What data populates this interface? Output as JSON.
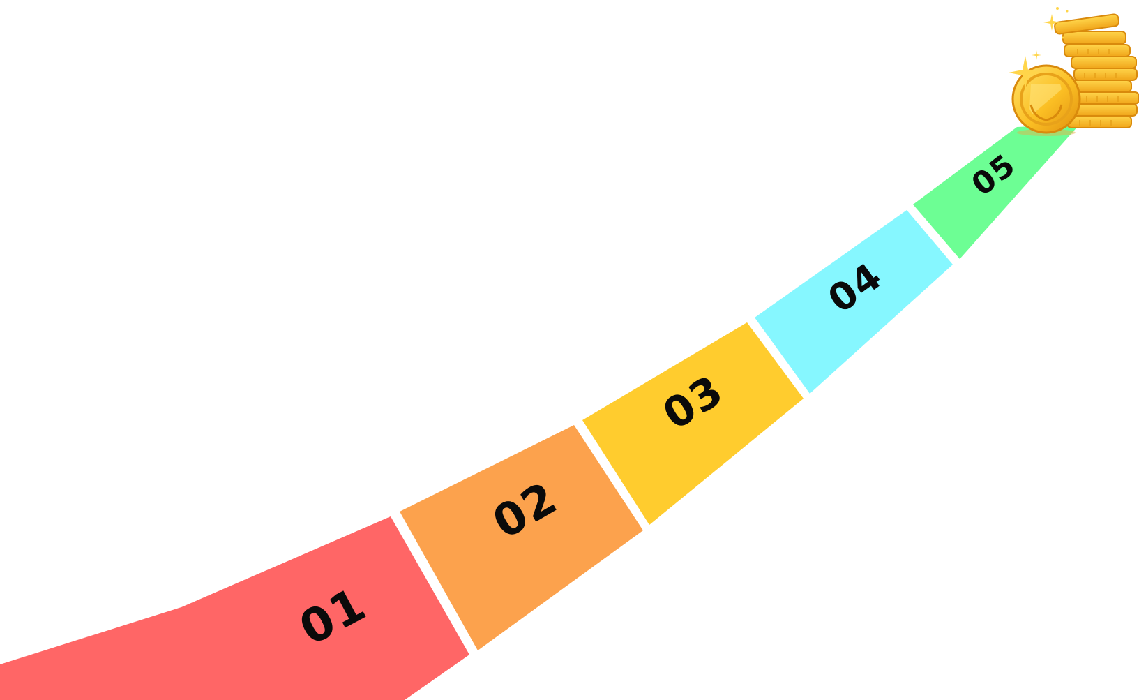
{
  "steps": [
    {
      "label": "01",
      "color": "#ff6666"
    },
    {
      "label": "02",
      "color": "#fca24d"
    },
    {
      "label": "03",
      "color": "#ffcc2e"
    },
    {
      "label": "04",
      "color": "#86f7ff"
    },
    {
      "label": "05",
      "color": "#6dfe94"
    }
  ],
  "icons": {
    "end": "gold-coin-stack-icon"
  },
  "colors": {
    "coin_gold": "#fbbf24",
    "coin_dark": "#e09612",
    "coin_light": "#ffe066"
  }
}
